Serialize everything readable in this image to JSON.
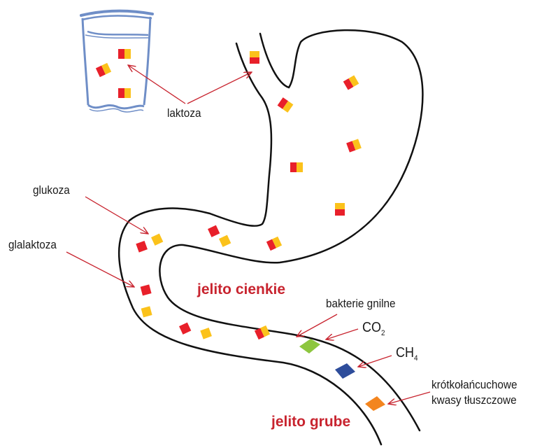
{
  "labels": {
    "laktoza": "laktoza",
    "glukoza": "glukoza",
    "galaktoza": "glalaktoza",
    "jelito_cienkie": "jelito cienkie",
    "bakterie": "bakterie gnilne",
    "co2_main": "CO",
    "co2_sub": "2",
    "ch4_main": "CH",
    "ch4_sub": "4",
    "kwasy_line1": "krótkołańcuchowe",
    "kwasy_line2": "kwasy tłuszczowe",
    "jelito_grube": "jelito grube"
  },
  "colors": {
    "glucose": "#e8202a",
    "galactose": "#fbc21b",
    "co2": "#8dc63f",
    "ch4": "#2e4d9b",
    "scfa": "#f3851f",
    "arrow": "#c8242f",
    "glass": "#6f8ec7",
    "outline": "#111111",
    "organ_label": "#c8242f"
  }
}
